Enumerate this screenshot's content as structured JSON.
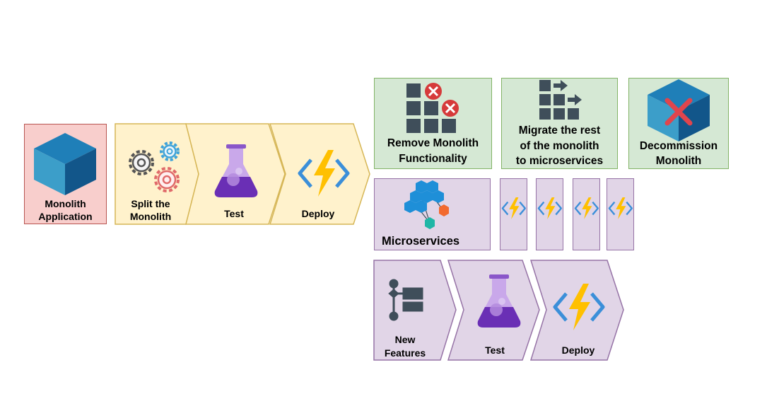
{
  "colors": {
    "monolith_fill": "#f8cecc",
    "monolith_stroke": "#b85450",
    "phase1_fill": "#fff2cc",
    "phase1_stroke": "#d6b656",
    "green_fill": "#d5e8d4",
    "green_stroke": "#82b366",
    "purple_fill": "#e1d5e7",
    "purple_stroke": "#9673a6",
    "bolt": "#ffc000",
    "bracket": "#3b8fd9",
    "flask": "#7b3fc4",
    "cube": "#1f6fa6"
  },
  "steps": {
    "monolith": {
      "line1": "Monolith",
      "line2": "Application",
      "icon": "cube-icon"
    },
    "split": {
      "line1": "Split the",
      "line2": "Monolith",
      "icon": "gears-icon"
    },
    "test1": {
      "label": "Test",
      "icon": "flask-icon"
    },
    "deploy1": {
      "label": "Deploy",
      "icon": "function-bolt-icon"
    },
    "remove": {
      "line1": "Remove Monolith",
      "line2": "Functionality",
      "icon": "grid-remove-icon"
    },
    "migrate": {
      "line1": "Migrate the rest",
      "line2": "of the monolith",
      "line3": "to microservices",
      "icon": "grid-migrate-icon"
    },
    "decommission": {
      "line1": "Decommission",
      "line2": "Monolith",
      "icon": "cube-x-icon"
    },
    "microservices": {
      "label": "Microservices",
      "icon": "hexagon-cluster-icon"
    },
    "new_features": {
      "line1": "New",
      "line2": "Features",
      "icon": "workflow-icon"
    },
    "test2": {
      "label": "Test",
      "icon": "flask-icon"
    },
    "deploy2": {
      "label": "Deploy",
      "icon": "function-bolt-icon"
    }
  }
}
